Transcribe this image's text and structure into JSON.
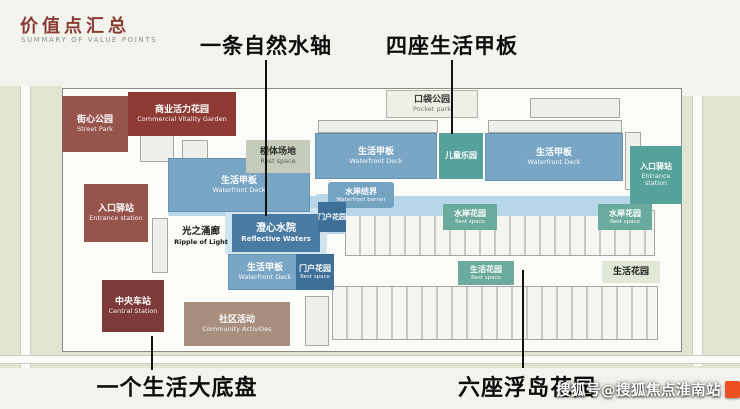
{
  "header": {
    "title": "价值点汇总",
    "subtitle": "SUMMARY OF VALUE POINTS"
  },
  "callouts": {
    "water_axis": "一条自然水轴",
    "life_decks": "四座生活甲板",
    "base_plate": "一个生活大底盘",
    "island_gardens": "六座浮岛花园"
  },
  "zones": {
    "street_park": {
      "cn": "街心公园",
      "en": "Street Park"
    },
    "commercial_garden": {
      "cn": "商业活力花园",
      "en": "Commercial Vitality Garden"
    },
    "pocket_park": {
      "cn": "口袋公园",
      "en": "Pocket park"
    },
    "entrance_left": {
      "cn": "入口驿站",
      "en": "Entrance station"
    },
    "entrance_right": {
      "cn": "入口驿站",
      "en": "Entrance station"
    },
    "central_station": {
      "cn": "中央车站",
      "en": "Central Station"
    },
    "community_activities": {
      "cn": "社区活动",
      "en": "Community Activities"
    },
    "building_site": {
      "cn": "楼体场地",
      "en": "Rest space"
    },
    "deck_left": {
      "cn": "生活甲板",
      "en": "Waterfront Deck"
    },
    "deck_top_mid": {
      "cn": "生活甲板",
      "en": "Waterfront Deck"
    },
    "deck_top_right": {
      "cn": "生活甲板",
      "en": "Waterfront Deck"
    },
    "deck_bottom": {
      "cn": "生活甲板",
      "en": "Waterfront Deck"
    },
    "kids_park": {
      "cn": "儿童乐园"
    },
    "water_barrier": {
      "cn": "水岸结界",
      "en": "Waterfront barrier"
    },
    "reflective_waters": {
      "cn": "澄心水院",
      "en": "Reflective Waters"
    },
    "ripple_of_light": {
      "cn": "光之涌廊",
      "en": "Ripple of Light"
    },
    "gateway_small": {
      "cn": "门户花园"
    },
    "gateway_garden": {
      "cn": "门户花园",
      "en": "Rest space"
    },
    "waterside_garden_1": {
      "cn": "水岸花园",
      "en": "Rest space"
    },
    "waterside_garden_2": {
      "cn": "水岸花园",
      "en": "Rest space"
    },
    "life_garden_1": {
      "cn": "生活花园",
      "en": "Rest space"
    },
    "life_garden_2": {
      "cn": "生活花园"
    }
  },
  "watermark": {
    "text": "搜狐号@搜狐焦点淮南站"
  },
  "colors": {
    "title_red": "#8a3c34",
    "maroon": "#96544c",
    "dark_red": "#8e3b35",
    "deck_blue": "#7aa6c6",
    "deep_blue": "#4a7ca3",
    "gateway_blue": "#3d6f99",
    "teal": "#57a19b",
    "tan": "#a78e7d",
    "water_blue": "#b7d7e8",
    "landscape_green": "#e1e6d3"
  }
}
